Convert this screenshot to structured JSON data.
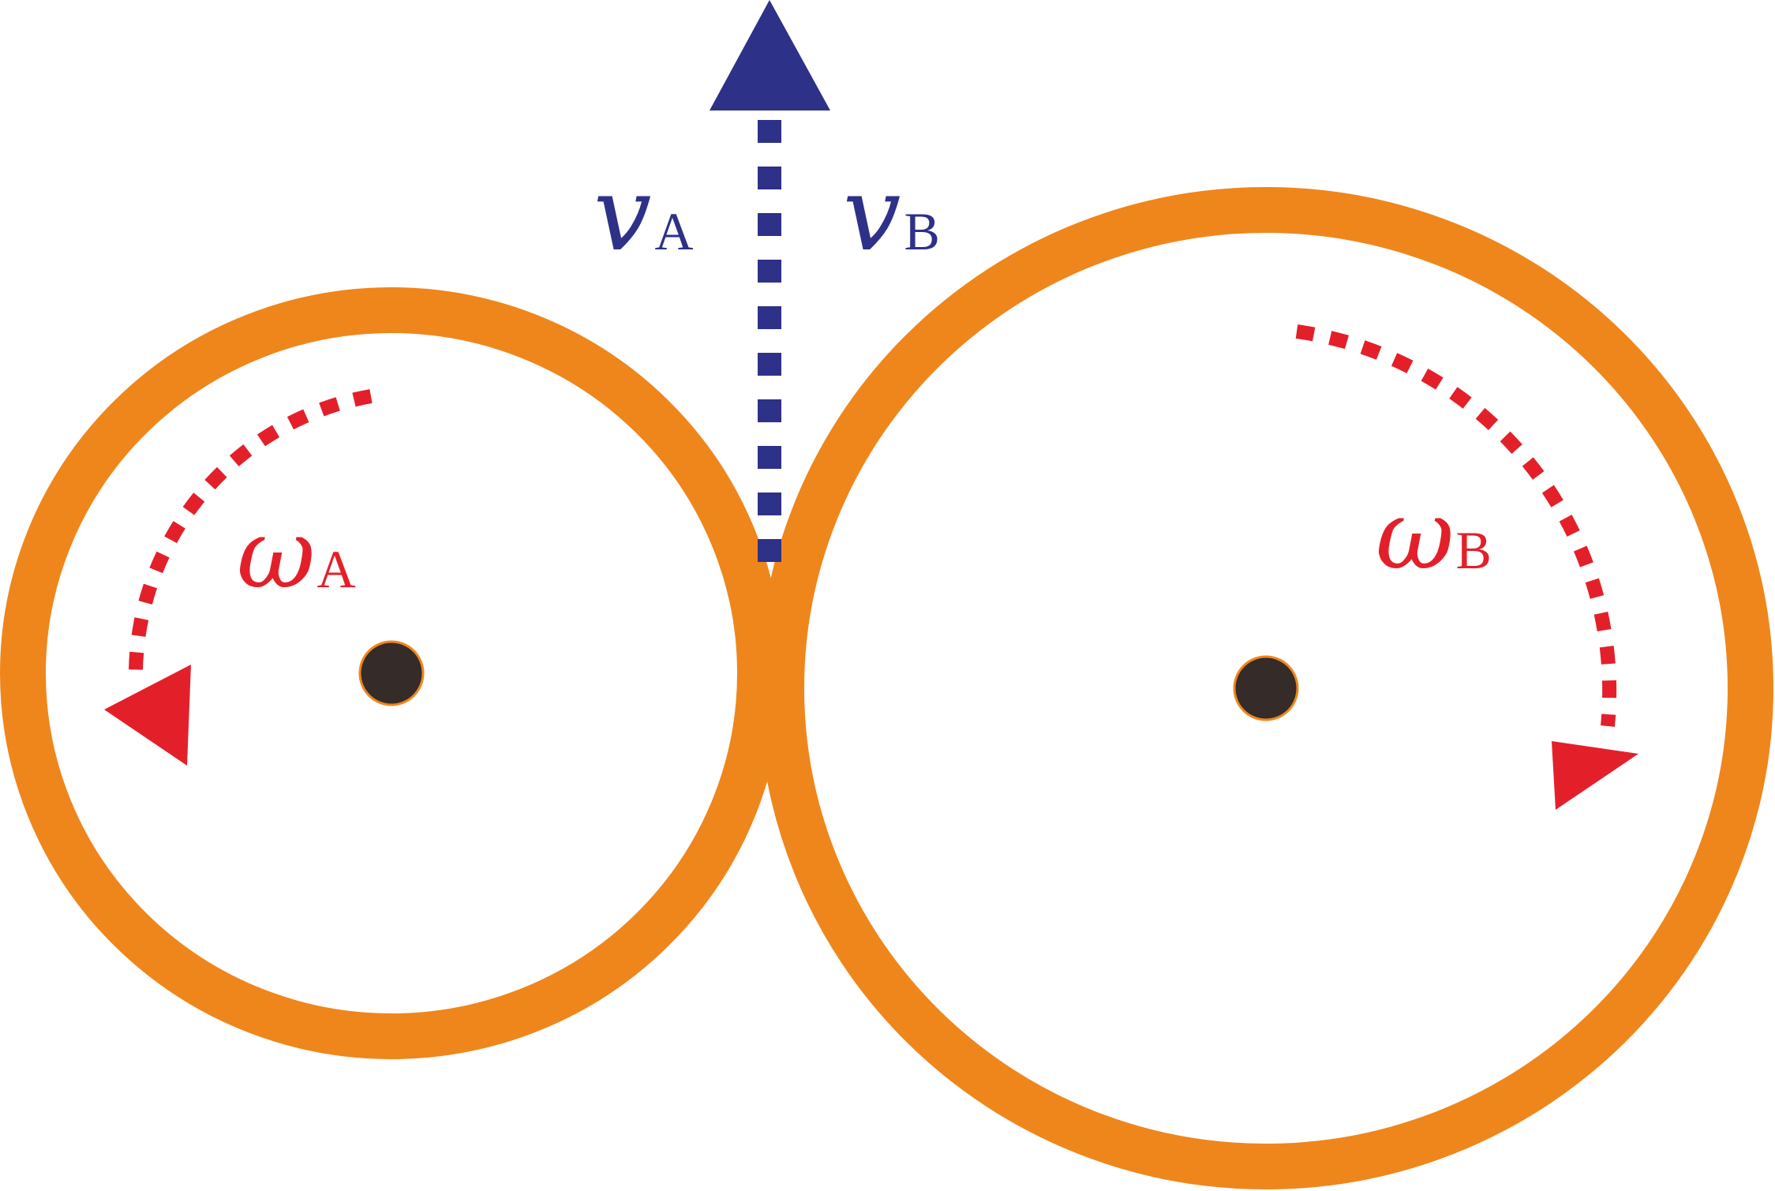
{
  "colors": {
    "wheel": "#EF861C",
    "velocity": "#2E3188",
    "angular": "#E3202A",
    "axle": "#352B28",
    "background": "#FFFFFF"
  },
  "labels": {
    "vA": {
      "symbol": "v",
      "subscript": "A"
    },
    "vB": {
      "symbol": "v",
      "subscript": "B"
    },
    "omegaA": {
      "symbol": "ω",
      "subscript": "A"
    },
    "omegaB": {
      "symbol": "ω",
      "subscript": "B"
    }
  },
  "wheels": [
    {
      "name": "wheel-a",
      "rotation": "counterclockwise"
    },
    {
      "name": "wheel-b",
      "rotation": "clockwise"
    }
  ]
}
